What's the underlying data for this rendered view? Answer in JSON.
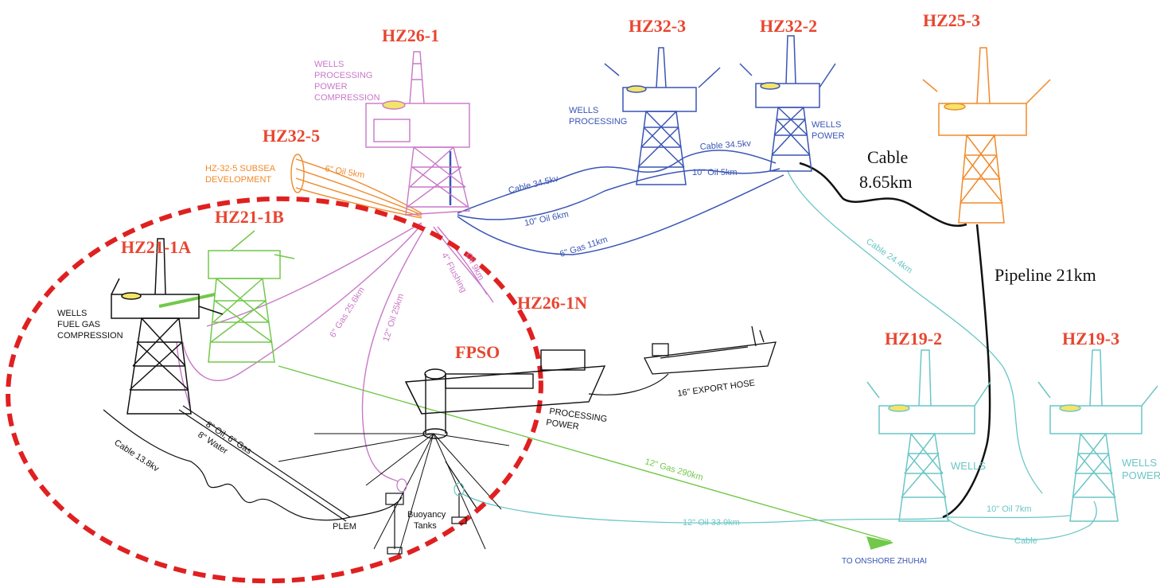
{
  "colors": {
    "red": "#e8452f",
    "dashed_ellipse": "#e02020",
    "magenta": "#c878c8",
    "blue": "#3a55b4",
    "orange": "#f08a2a",
    "cyan": "#6cc6c6",
    "green": "#72c84a",
    "black": "#111111"
  },
  "titles": {
    "hz26_1": "HZ26-1",
    "hz32_3": "HZ32-3",
    "hz32_2": "HZ32-2",
    "hz25_3": "HZ25-3",
    "hz32_5": "HZ32-5",
    "hz21_1b": "HZ21-1B",
    "hz21_1a": "HZ21-1A",
    "hz26_1n": "HZ26-1N",
    "fpso": "FPSO",
    "hz19_2": "HZ19-2",
    "hz19_3": "HZ19-3"
  },
  "facility_notes": {
    "hz26_1": [
      "WELLS",
      "PROCESSING",
      "POWER",
      "COMPRESSION"
    ],
    "hz32_3": [
      "WELLS",
      "PROCESSING"
    ],
    "hz32_2": [
      "WELLS",
      "POWER"
    ],
    "hz32_5": [
      "HZ-32-5 SUBSEA",
      "DEVELOPMENT"
    ],
    "hz21_1a": [
      "WELLS",
      "FUEL GAS",
      "COMPRESSION"
    ],
    "fpso": [
      "PROCESSING",
      "POWER"
    ],
    "hz19_2": "WELLS",
    "hz19_3": [
      "WELLS",
      "POWER"
    ]
  },
  "line_labels": {
    "oil_6_5km": "6\" Oil 5km",
    "cable_34_5kv_a": "Cable 34.5kv",
    "cable_34_5kv_b": "Cable 34.5kv",
    "oil_10_5km": "10\" Oil 5km",
    "oil_10_6km": "10\" Oil 6km",
    "gas_6_11km": "6\" Gas 11km",
    "oil_9km": "Oil 9km",
    "flushing_4": "4\" Flushing",
    "gas_6_25_6km": "6\" Gas 25.6km",
    "oil_12_25km": "12\" Oil 25km",
    "cable_24_4km": "Cable 24.4km",
    "cable_8_65": [
      "Cable",
      "8.65km"
    ],
    "pipeline_21km": "Pipeline 21km",
    "export_hose": "16\" EXPORT HOSE",
    "gas_12_290km": "12\" Gas 290km",
    "oil_12_33_9km": "12\" Oil 33.9km",
    "oil_10_7km": "10\" Oil 7km",
    "cable_bottom": "Cable",
    "oil_gas_8_6": "8\" Oil, 6\" Gas",
    "water_8": "8\" Water",
    "cable_13_8kv": "Cable 13.8kv",
    "plem": "PLEM",
    "buoyancy": [
      "Buoyancy",
      "Tanks"
    ],
    "onshore": "TO ONSHORE ZHUHAI"
  }
}
